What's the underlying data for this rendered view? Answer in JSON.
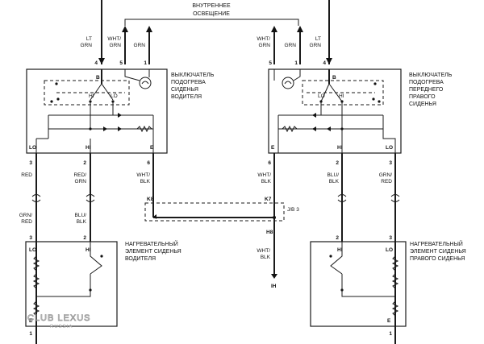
{
  "top_caption": [
    "ВНУТРЕННЕЕ",
    "ОСВЕЩЕНИЕ"
  ],
  "left_switch": {
    "caption": [
      "ВЫКЛЮЧАТЕЛЬ",
      "ПОДОГРЕВА",
      "СИДЕНЬЯ",
      "ВОДИТЕЛЯ"
    ],
    "top_wires": [
      {
        "pin": "4",
        "color": [
          "LT",
          "GRN"
        ]
      },
      {
        "pin": "5",
        "color": [
          "WHT/",
          "GRN"
        ]
      },
      {
        "pin": "1",
        "color": [
          "",
          "GRN"
        ]
      }
    ],
    "inner": {
      "b": "B",
      "hi": "HI",
      "lo": "LO"
    },
    "bottom_inner": {
      "lo": "LO",
      "hi": "HI",
      "e": "E"
    },
    "bottom_wires": [
      {
        "pin": "3",
        "color": [
          "RED",
          ""
        ]
      },
      {
        "pin": "2",
        "color": [
          "RED/",
          "GRN"
        ]
      },
      {
        "pin": "6",
        "color": [
          "WHT/",
          "BLK"
        ]
      }
    ]
  },
  "right_switch": {
    "caption": [
      "ВЫКЛЮЧАТЕЛЬ",
      "ПОДОГРЕВА",
      "ПЕРЕДНЕГО",
      "ПРАВОГО",
      "СИДЕНЬЯ"
    ],
    "top_wires": [
      {
        "pin": "5",
        "color": [
          "WHT/",
          "GRN"
        ]
      },
      {
        "pin": "1",
        "color": [
          "",
          "GRN"
        ]
      },
      {
        "pin": "4",
        "color": [
          "LT",
          "GRN"
        ]
      }
    ],
    "inner": {
      "b": "B",
      "hi": "HI",
      "lo": "LO"
    },
    "bottom_inner": {
      "e": "E",
      "hi": "HI",
      "lo": "LO"
    },
    "bottom_wires": [
      {
        "pin": "6",
        "color": [
          "WHT/",
          "BLK"
        ]
      },
      {
        "pin": "2",
        "color": [
          "BLU/",
          "BLK"
        ]
      },
      {
        "pin": "3",
        "color": [
          "GRN/",
          "RED"
        ]
      }
    ]
  },
  "left_mid_wires": [
    {
      "color": [
        "GRN/",
        "RED"
      ]
    },
    {
      "color": [
        "BLU/",
        "BLK"
      ]
    }
  ],
  "right_mid_wires": [
    {
      "color": [
        "RED",
        ""
      ]
    },
    {
      "color": [
        "RED/",
        "GRN"
      ]
    }
  ],
  "junction": {
    "name": "J/B 3",
    "left_pin": "K8",
    "right_pin": "K7",
    "bottom_pin": "H8",
    "wire": [
      "WHT/",
      "BLK"
    ],
    "ground": "IH"
  },
  "left_heater": {
    "caption": [
      "НАГРЕВАТЕЛЬНЫЙ",
      "ЭЛЕМЕНТ СИДЕНЬЯ",
      "ВОДИТЕЛЯ"
    ],
    "pins_top": {
      "lo": "LO",
      "hi": "HI",
      "n3": "3",
      "n2": "2"
    },
    "pin_e": "E",
    "pin_bottom": "1"
  },
  "right_heater": {
    "caption": [
      "НАГРЕВАТЕЛЬНЫЙ",
      "ЭЛЕМЕНТ СИДЕНЬЯ",
      "ПРАВОГО СИДЕНЬЯ"
    ],
    "pins_top": {
      "hi": "HI",
      "lo": "LO",
      "n2": "2",
      "n3": "3"
    },
    "pin_e": "E",
    "pin_bottom": "1"
  },
  "watermark": {
    "main": "CLUB LEXUS",
    "sub": "RUSSIA"
  }
}
